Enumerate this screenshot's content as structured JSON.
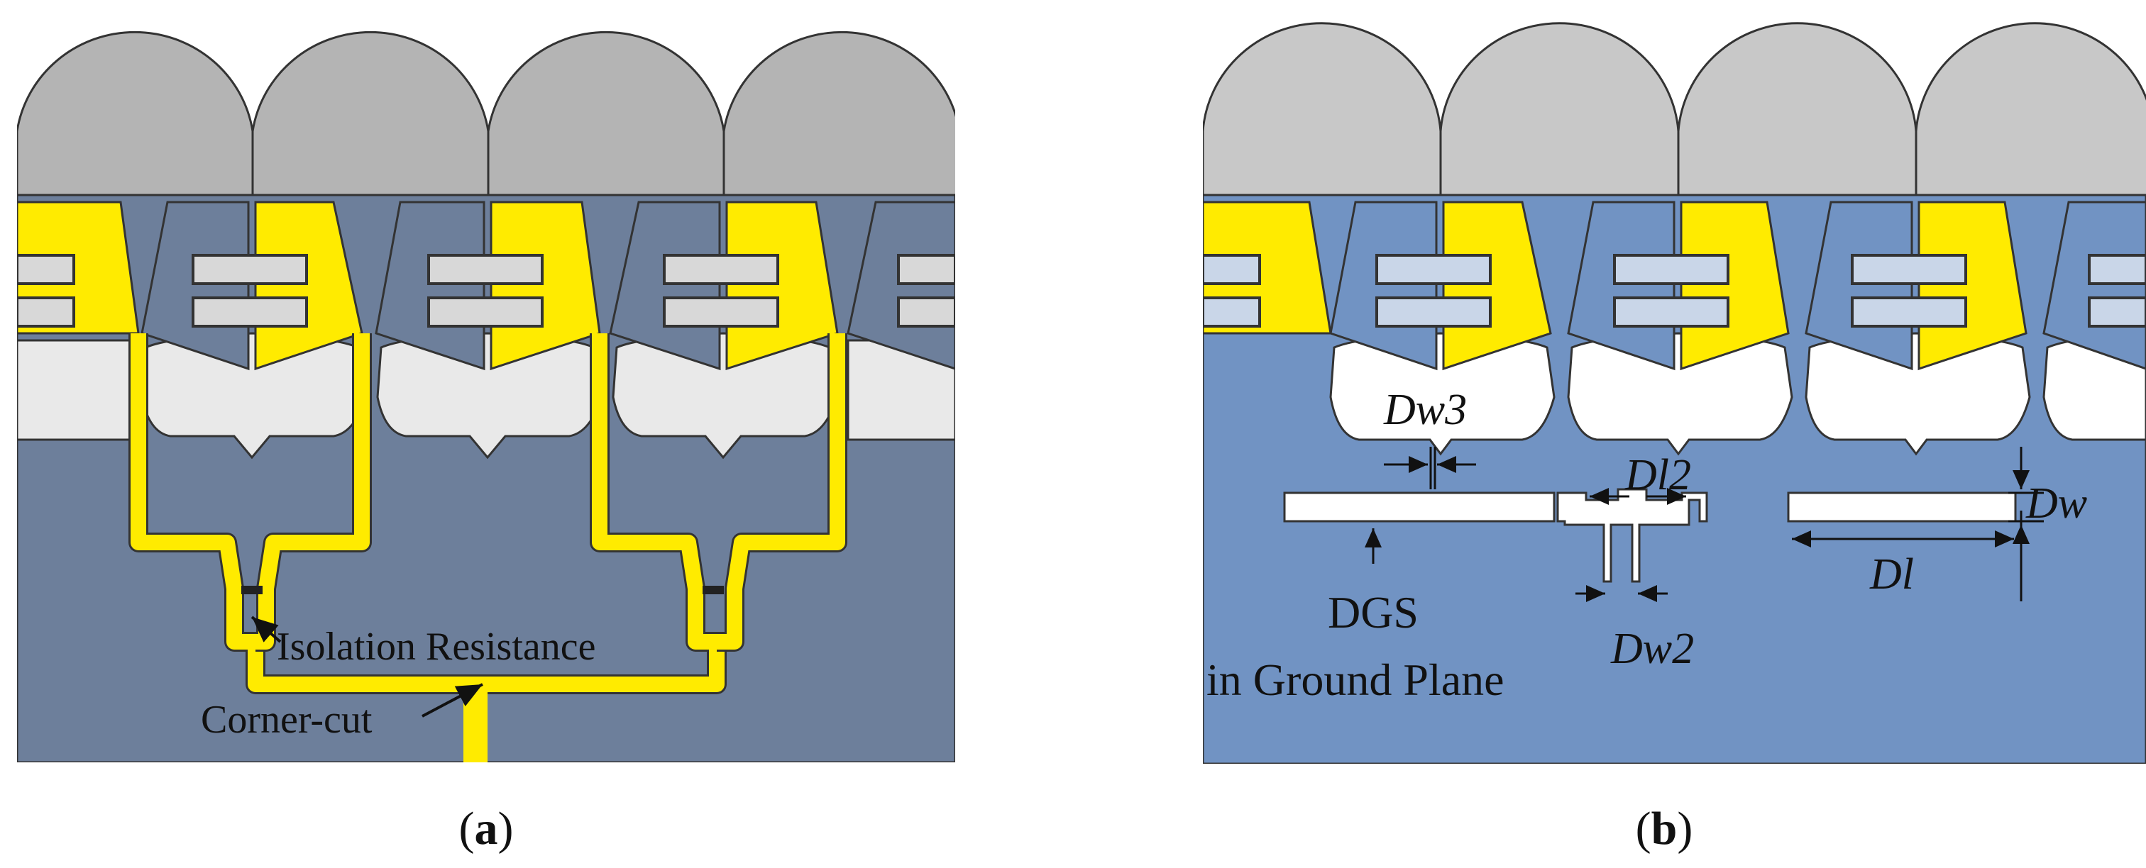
{
  "colors": {
    "radiator_gray": "#b4b4b4",
    "radiator_light": "#c8c8c8",
    "ground_a": "#6d7f9b",
    "ground_b": "#7193c3",
    "slot_light": "#e9e9e9",
    "feed_yellow": "#ffeb00",
    "outline": "#333333"
  },
  "icons": [
    "arrow-icon",
    "dimension-arrow-icon"
  ],
  "panels": [
    {
      "caption_open": "(",
      "caption_letter": "a",
      "caption_close": ")",
      "annotations": [
        {
          "text": "Isolation Resistance"
        },
        {
          "text": "Corner-cut"
        }
      ]
    },
    {
      "caption_open": "(",
      "caption_letter": "b",
      "caption_close": ")",
      "annotations": [
        {
          "text": "Dw3"
        },
        {
          "text": "Dl2"
        },
        {
          "text": "Dw"
        },
        {
          "text": "Dl"
        },
        {
          "text": "Dw2"
        },
        {
          "text": "DGS"
        },
        {
          "text": "in Ground Plane"
        }
      ]
    }
  ]
}
